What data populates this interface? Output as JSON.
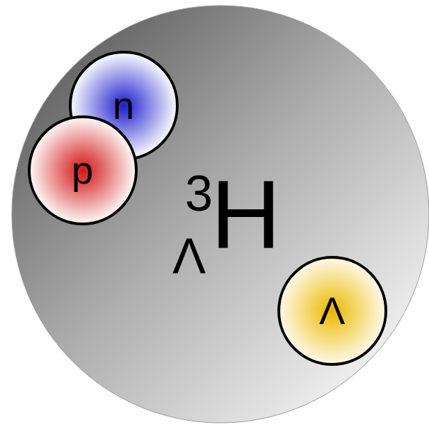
{
  "diagram": {
    "nodes": [
      {
        "text": [
          "3",
          "Λ",
          "H"
        ]
      },
      {
        "text": [
          "n"
        ],
        "in": 0
      },
      {
        "text": [
          "p"
        ],
        "in": 0
      },
      {
        "text": [
          "Λ"
        ],
        "in": 0
      }
    ]
  }
}
